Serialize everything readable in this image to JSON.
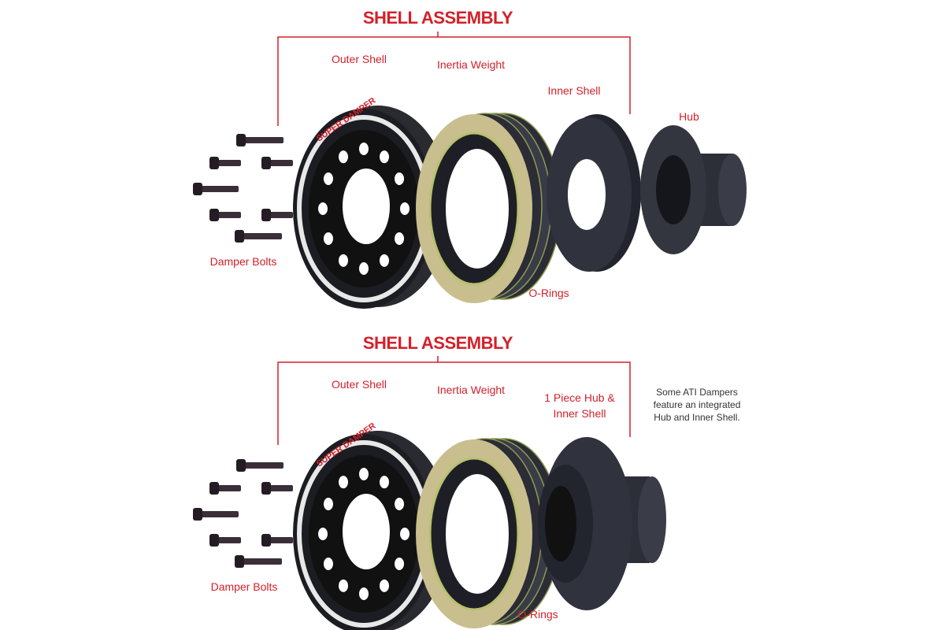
{
  "top": {
    "title": "SHELL ASSEMBLY",
    "labels": {
      "outer_shell": "Outer Shell",
      "inertia_weight": "Inertia Weight",
      "inner_shell": "Inner Shell",
      "hub": "Hub",
      "damper_bolts": "Damper Bolts",
      "o_rings": "O-Rings"
    }
  },
  "bottom": {
    "title": "SHELL ASSEMBLY",
    "labels": {
      "outer_shell": "Outer Shell",
      "inertia_weight": "Inertia Weight",
      "hub_inner_line1": "1 Piece Hub &",
      "hub_inner_line2": "Inner Shell",
      "damper_bolts": "Damper Bolts",
      "o_rings": "O-Rings"
    },
    "note": [
      "Some ATI Dampers",
      "feature an integrated",
      "Hub and Inner Shell."
    ]
  },
  "product_brand": "SUPER DAMPER",
  "colors": {
    "accent": "#d4202a",
    "part_dark": "#1c1d22",
    "weight_tan": "#c9bf8e"
  }
}
